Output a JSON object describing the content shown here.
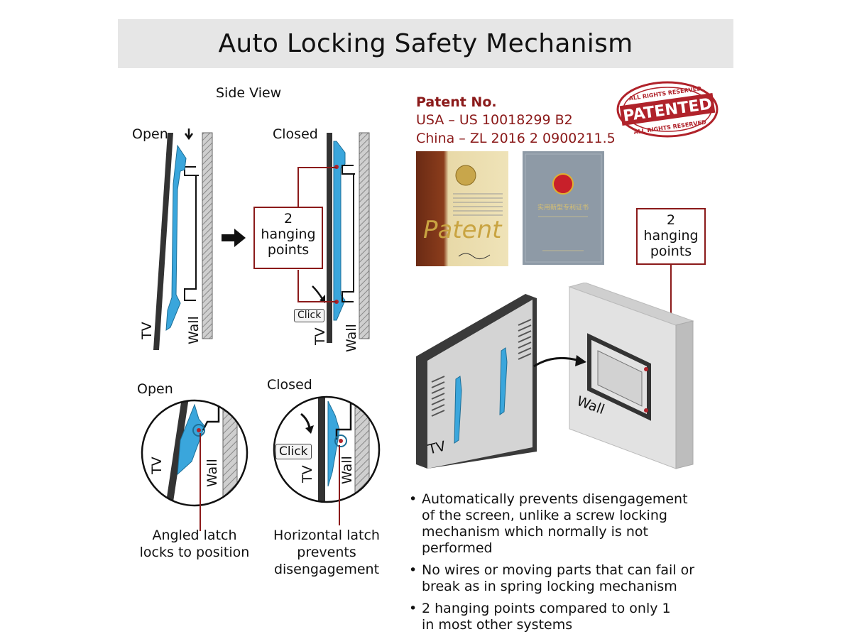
{
  "title": "Auto Locking Safety Mechanism",
  "side_view": {
    "heading": "Side View",
    "open_label": "Open",
    "closed_label": "Closed",
    "tv_label": "TV",
    "wall_label": "Wall",
    "click_label": "Click",
    "hanging_points": "2\nhanging\npoints"
  },
  "detail": {
    "open_label": "Open",
    "closed_label": "Closed",
    "click_label": "Click",
    "tv_label": "TV",
    "wall_label": "Wall",
    "caption_left": "Angled latch\nlocks to position",
    "caption_right": "Horizontal latch\nprevents\ndisengagement"
  },
  "patent": {
    "heading": "Patent No.",
    "usa": "USA – US 10018299 B2",
    "china": "China – ZL 2016 2 0900211.5",
    "stamp_main": "PATENTED",
    "stamp_ring": "ALL RIGHTS RESERVED",
    "cn_cert_text": "实用新型专利证书"
  },
  "iso": {
    "tv_label": "TV",
    "wall_label": "Wall",
    "hanging_points": "2\nhanging\npoints"
  },
  "bullets": [
    "Automatically prevents disengagement\nof the screen, unlike a screw locking\nmechanism which normally is not performed",
    "No wires or moving parts that can fail or\nbreak as in spring locking mechanism",
    "2 hanging points compared to only 1\nin most other systems"
  ],
  "colors": {
    "accent_red": "#8b1a1a",
    "bracket_blue": "#3aa6dc",
    "title_bg": "#e6e6e6"
  }
}
